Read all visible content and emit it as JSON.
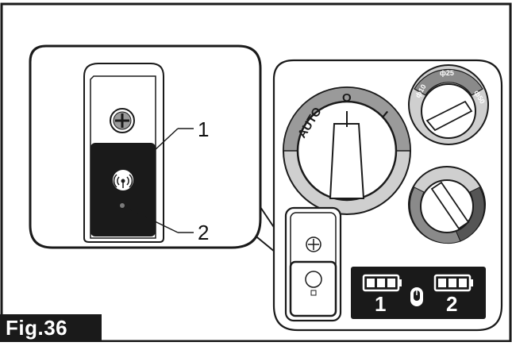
{
  "figure": {
    "label": "Fig.36"
  },
  "callouts": [
    {
      "number": "1"
    },
    {
      "number": "2"
    }
  ],
  "mode_dial": {
    "labels": [
      "AUTO",
      "O",
      "I"
    ]
  },
  "fan_dial": {
    "labels": [
      "ф10",
      "ф25",
      "ф50"
    ]
  },
  "battery_panel": {
    "labels": [
      "1",
      "2"
    ]
  },
  "colors": {
    "ink": "#1a1a1a",
    "panel_fill": "#f4f4f4",
    "dial_ring": "#bdbdbd",
    "dial_band": "#6e6e6e"
  }
}
